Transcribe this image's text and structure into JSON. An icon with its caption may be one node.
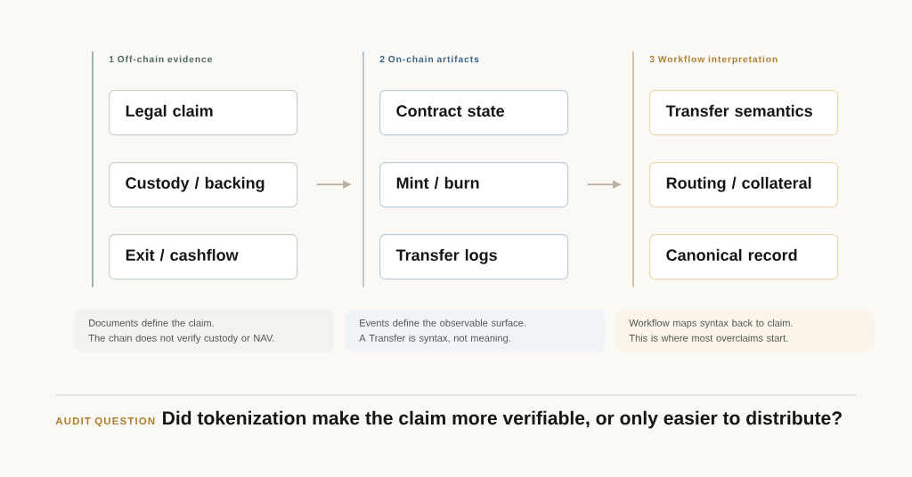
{
  "diagram": {
    "nodes": [
      {
        "text": [
          "1 Off-chain evidence"
        ]
      },
      {
        "text": [
          "Legal claim"
        ],
        "in": 0
      },
      {
        "text": [
          "Custody / backing"
        ],
        "in": 0
      },
      {
        "text": [
          "Exit / cashflow"
        ],
        "in": 0
      },
      {
        "text": [
          "2 On-chain artifacts"
        ]
      },
      {
        "text": [
          "Contract state"
        ],
        "in": 4
      },
      {
        "text": [
          "Mint / burn"
        ],
        "in": 4
      },
      {
        "text": [
          "Transfer logs"
        ],
        "in": 4
      },
      {
        "text": [
          "3 Workflow interpretation"
        ]
      },
      {
        "text": [
          "Transfer semantics"
        ],
        "in": 8
      },
      {
        "text": [
          "Routing / collateral"
        ],
        "in": 8
      },
      {
        "text": [
          "Canonical record"
        ],
        "in": 8
      },
      {
        "text": [
          "Documents define the claim.",
          "The chain does not verify custody or NAV."
        ]
      },
      {
        "text": [
          "Events define the observable surface.",
          "A Transfer is syntax, not meaning."
        ]
      },
      {
        "text": [
          "Workflow maps syntax back to claim.",
          "This is where most overclaims start."
        ]
      }
    ],
    "edges": [
      {
        "from": 0,
        "to": 4,
        "arrow": "to"
      },
      {
        "from": 4,
        "to": 8,
        "arrow": "to"
      }
    ],
    "labels": [
      "AUDIT QUESTION",
      "Did tokenization make the claim more verifiable, or only easier to distribute?"
    ]
  }
}
